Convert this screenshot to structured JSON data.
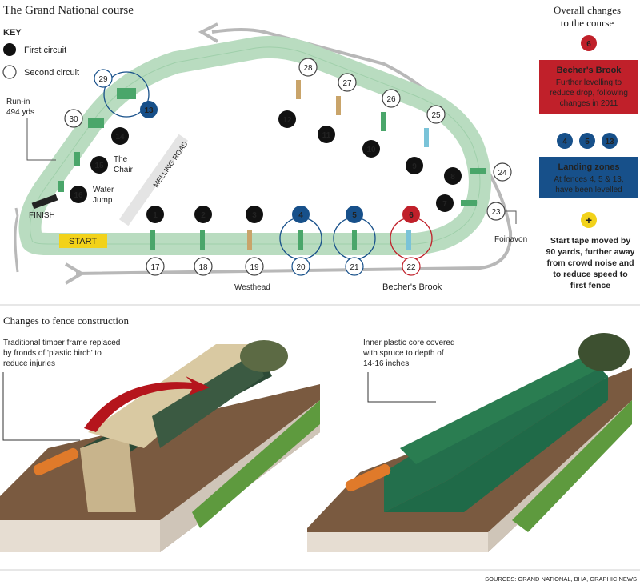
{
  "title": "The Grand National course",
  "key": {
    "heading": "KEY",
    "first": "First circuit",
    "second": "Second circuit"
  },
  "labels": {
    "run_in": "Run-in",
    "run_in_len": "494 yds",
    "finish": "FINISH",
    "start": "START",
    "melling": "MELLING ROAD",
    "chair_line1": "The",
    "chair_line2": "Chair",
    "water_line1": "Water",
    "water_line2": "Jump",
    "foinavon": "Foinavon",
    "westhead": "Westhead",
    "beechers": "Becher's Brook"
  },
  "fences": {
    "f1": "1",
    "f2": "2",
    "f3": "3",
    "f4": "4",
    "f5": "5",
    "f6": "6",
    "f7": "7",
    "f8": "8",
    "f9": "9",
    "f10": "10",
    "f11": "11",
    "f12": "12",
    "f13": "13",
    "f14": "14",
    "f15": "15",
    "f16": "16",
    "f17": "17",
    "f18": "18",
    "f19": "19",
    "f20": "20",
    "f21": "21",
    "f22": "22",
    "f23": "23",
    "f24": "24",
    "f25": "25",
    "f26": "26",
    "f27": "27",
    "f28": "28",
    "f29": "29",
    "f30": "30"
  },
  "changes": {
    "heading_line1": "Overall changes",
    "heading_line2": "to the course",
    "becher_badge": "6",
    "becher_title": "Becher's Brook",
    "becher_l1": "Further levelling to",
    "becher_l2": "reduce drop, following",
    "becher_l3": "changes in 2011",
    "landing_badges": [
      "4",
      "5",
      "13"
    ],
    "landing_title": "Landing zones",
    "landing_l1": "At fences 4, 5 & 13,",
    "landing_l2": "have been levelled",
    "plus": "+",
    "tape_l1": "Start tape moved by",
    "tape_l2": "90 yards, further away",
    "tape_l3": "from crowd noise and",
    "tape_l4": "to reduce speed to",
    "tape_l5": "first fence"
  },
  "construction": {
    "heading": "Changes to fence construction",
    "left_l1": "Traditional timber frame replaced",
    "left_l2": "by fronds of  'plastic birch' to",
    "left_l3": "reduce injuries",
    "right_l1": "Inner plastic core covered",
    "right_l2": "with spruce to depth of",
    "right_l3": "14-16 inches"
  },
  "sources": "SOURCES: GRAND NATIONAL, BHA, GRAPHIC NEWS",
  "colors": {
    "track": "#b9dcc0",
    "track_edge": "#8fc49b",
    "rail": "#b0b0b0",
    "black": "#111111",
    "blue": "#17508a",
    "red": "#c0202a",
    "yellow": "#f2d21a",
    "fence": "#4aa66a"
  }
}
